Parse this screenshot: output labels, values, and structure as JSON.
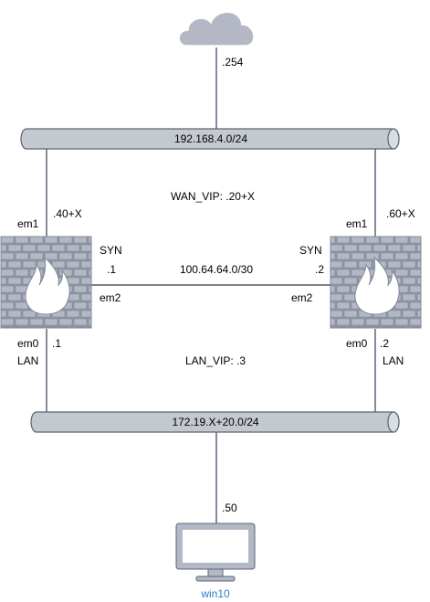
{
  "colors": {
    "line": "#5a6478",
    "line_dark": "#000000",
    "cloud_fill": "#b3b8c4",
    "bus_fill": "#c4c8cf",
    "brick_fill": "#b3b8c4",
    "brick_stroke": "#7f8796",
    "wall_fill": "#8e96a5",
    "flame_fill": "#ffffff",
    "monitor_fill": "#b3b8c4",
    "label_blue": "#2d7cc6"
  },
  "wan": {
    "uplink_label": ".254",
    "subnet": "192.168.4.0/24",
    "vip": "WAN_VIP: .20+X"
  },
  "lan": {
    "subnet": "172.19.X+20.0/24",
    "vip": "LAN_VIP: .3"
  },
  "sync": {
    "subnet": "100.64.64.0/30"
  },
  "fw_left": {
    "em1": "em1",
    "em1_ip": ".40+X",
    "syn": "SYN",
    "sync_ip": ".1",
    "em2": "em2",
    "em0": "em0",
    "lan_ip": ".1",
    "lan_tag": "LAN"
  },
  "fw_right": {
    "em1": "em1",
    "em1_ip": ".60+X",
    "syn": "SYN",
    "sync_ip": ".2",
    "em2": "em2",
    "em0": "em0",
    "lan_ip": ".2",
    "lan_tag": "LAN"
  },
  "client": {
    "ip": ".50",
    "name": "win10"
  }
}
